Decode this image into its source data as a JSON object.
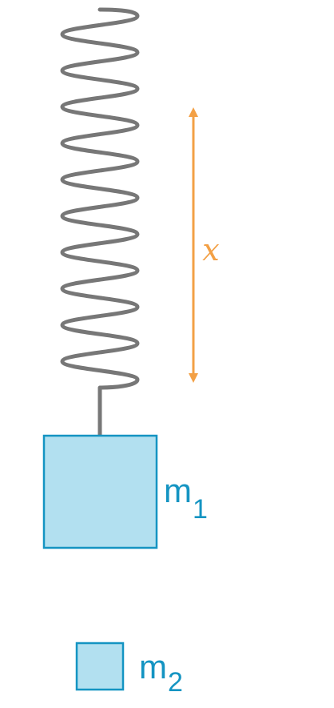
{
  "colors": {
    "spring": "#777777",
    "arrow": "#f3a045",
    "mass_fill": "#b2e0f0",
    "mass_stroke": "#1494c2",
    "label_mass": "#1494c2",
    "label_x": "#f3a045"
  },
  "spring": {
    "coils": 10
  },
  "displacement": {
    "label": "x"
  },
  "masses": [
    {
      "base": "m",
      "sub": "1"
    },
    {
      "base": "m",
      "sub": "2"
    }
  ]
}
